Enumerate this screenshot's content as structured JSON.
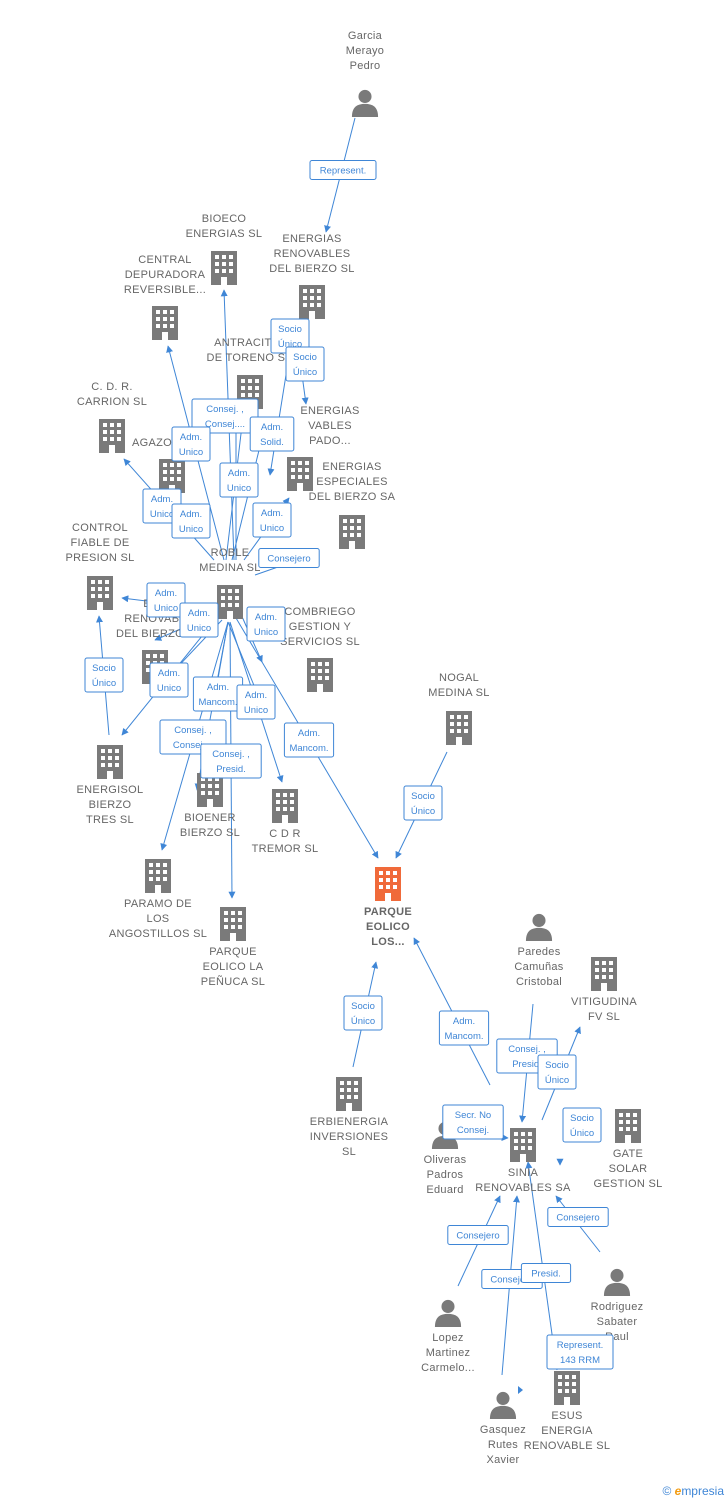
{
  "colors": {
    "edge": "#3f86d6",
    "node": "#7a7a7a",
    "focus": "#f06a3a",
    "text": "#666666"
  },
  "nodes": [
    {
      "id": "garcia",
      "kind": "person",
      "lines": [
        "Garcia",
        "Merayo",
        "Pedro"
      ]
    },
    {
      "id": "erbe",
      "kind": "company",
      "lines": [
        "ENERGIAS",
        "RENOVABLES",
        "DEL BIERZO SL"
      ]
    },
    {
      "id": "bioeco",
      "kind": "company",
      "lines": [
        "BIOECO",
        "ENERGIAS SL"
      ]
    },
    {
      "id": "central",
      "kind": "company",
      "lines": [
        "CENTRAL",
        "DEPURADORA",
        "REVERSIBLE..."
      ]
    },
    {
      "id": "antracitas",
      "kind": "company",
      "lines": [
        "ANTRACITAS",
        "DE TORENO SR"
      ]
    },
    {
      "id": "cdr",
      "kind": "company",
      "lines": [
        "C.  D. R.",
        "CARRION  SL"
      ]
    },
    {
      "id": "agazo",
      "kind": "company",
      "lines": [
        "AGAZO"
      ]
    },
    {
      "id": "ervapado",
      "kind": "company",
      "lines": [
        "ENERGIAS",
        "VABLES",
        "PADO..."
      ]
    },
    {
      "id": "eebierzo",
      "kind": "company",
      "lines": [
        "ENERGIAS",
        "ESPECIALES",
        "DEL BIERZO SA"
      ]
    },
    {
      "id": "control",
      "kind": "company",
      "lines": [
        "CONTROL",
        "FIABLE DE",
        "PRESION SL"
      ]
    },
    {
      "id": "roble",
      "kind": "company",
      "lines": [
        "ROBLE",
        "MEDINA SL"
      ]
    },
    {
      "id": "erbierzo2",
      "kind": "company",
      "lines": [
        "ENE",
        "RENOVABL",
        "DEL BIERZO..."
      ]
    },
    {
      "id": "combriego",
      "kind": "company",
      "lines": [
        "COMBRIEGO",
        "GESTION Y",
        "SERVICIOS  SL"
      ]
    },
    {
      "id": "nogal",
      "kind": "company",
      "lines": [
        "NOGAL",
        "MEDINA SL"
      ]
    },
    {
      "id": "energisol",
      "kind": "company",
      "lines": [
        "ENERGISOL",
        "BIERZO",
        "TRES SL"
      ]
    },
    {
      "id": "bioener",
      "kind": "company",
      "lines": [
        "BIOENER",
        "BIERZO SL"
      ]
    },
    {
      "id": "cdrtremor",
      "kind": "company",
      "lines": [
        "C D R",
        "TREMOR SL"
      ]
    },
    {
      "id": "parque",
      "kind": "focus",
      "lines": [
        "PARQUE",
        "EOLICO",
        "LOS..."
      ]
    },
    {
      "id": "paramo",
      "kind": "company",
      "lines": [
        "PARAMO DE",
        "LOS",
        "ANGOSTILLOS SL"
      ]
    },
    {
      "id": "penuca",
      "kind": "company",
      "lines": [
        "PARQUE",
        "EOLICO LA",
        "PEÑUCA SL"
      ]
    },
    {
      "id": "paredes",
      "kind": "person",
      "lines": [
        "Paredes",
        "Camuñas",
        "Cristobal"
      ]
    },
    {
      "id": "vitigudina",
      "kind": "company",
      "lines": [
        "VITIGUDINA",
        "FV SL"
      ]
    },
    {
      "id": "erbienergia",
      "kind": "company",
      "lines": [
        "ERBIENERGIA",
        "INVERSIONES",
        "SL"
      ]
    },
    {
      "id": "oliveras",
      "kind": "person",
      "lines": [
        "Oliveras",
        "Padros",
        "Eduard"
      ]
    },
    {
      "id": "sinia",
      "kind": "company",
      "lines": [
        "SINIA",
        "RENOVABLES SA"
      ]
    },
    {
      "id": "gate",
      "kind": "company",
      "lines": [
        "GATE",
        "SOLAR",
        "GESTION SL"
      ]
    },
    {
      "id": "rodriguez",
      "kind": "person",
      "lines": [
        "Rodriguez",
        "Sabater",
        "Raul"
      ]
    },
    {
      "id": "lopez",
      "kind": "person",
      "lines": [
        "Lopez",
        "Martinez",
        "Carmelo..."
      ]
    },
    {
      "id": "esus",
      "kind": "company",
      "lines": [
        "ESUS",
        "ENERGIA",
        "RENOVABLE SL"
      ]
    },
    {
      "id": "gasquez",
      "kind": "person",
      "lines": [
        "Gasquez",
        "Rutes",
        "Xavier"
      ]
    }
  ],
  "edge_labels": [
    {
      "id": "e1",
      "lines": [
        "Represent."
      ]
    },
    {
      "id": "e2",
      "lines": [
        "Socio",
        "Único"
      ]
    },
    {
      "id": "e3",
      "lines": [
        "Socio",
        "Único"
      ]
    },
    {
      "id": "e4",
      "lines": [
        "Consej. ,",
        "Consej...."
      ]
    },
    {
      "id": "e5",
      "lines": [
        "Adm.",
        "Unico"
      ]
    },
    {
      "id": "e6",
      "lines": [
        "Adm.",
        "Solid."
      ]
    },
    {
      "id": "e7",
      "lines": [
        "Adm.",
        "Unico"
      ]
    },
    {
      "id": "e8",
      "lines": [
        "Adm.",
        "Unico"
      ]
    },
    {
      "id": "e9",
      "lines": [
        "Adm.",
        "Unico"
      ]
    },
    {
      "id": "e10",
      "lines": [
        "Adm.",
        "Unico"
      ]
    },
    {
      "id": "e11",
      "lines": [
        "Consejero"
      ]
    },
    {
      "id": "e12",
      "lines": [
        "Adm.",
        "Unico"
      ]
    },
    {
      "id": "e13",
      "lines": [
        "Adm.",
        "Unico"
      ]
    },
    {
      "id": "e14",
      "lines": [
        "Adm.",
        "Unico"
      ]
    },
    {
      "id": "e15",
      "lines": [
        "Socio",
        "Único"
      ]
    },
    {
      "id": "e16",
      "lines": [
        "Adm.",
        "Unico"
      ]
    },
    {
      "id": "e17",
      "lines": [
        "Adm.",
        "Mancom."
      ]
    },
    {
      "id": "e18",
      "lines": [
        "Adm.",
        "Unico"
      ]
    },
    {
      "id": "e19",
      "lines": [
        "Consej. ,",
        "Consej...."
      ]
    },
    {
      "id": "e20",
      "lines": [
        "Consej. ,",
        "Presid."
      ]
    },
    {
      "id": "e21",
      "lines": [
        "Adm.",
        "Mancom."
      ]
    },
    {
      "id": "e22",
      "lines": [
        "Socio",
        "Único"
      ]
    },
    {
      "id": "e23",
      "lines": [
        "Socio",
        "Único"
      ]
    },
    {
      "id": "e24",
      "lines": [
        "Adm.",
        "Mancom."
      ]
    },
    {
      "id": "e25",
      "lines": [
        "Consej. ,",
        "Presid."
      ]
    },
    {
      "id": "e26",
      "lines": [
        "Socio",
        "Único"
      ]
    },
    {
      "id": "e27",
      "lines": [
        "Socio",
        "Único"
      ]
    },
    {
      "id": "e28",
      "lines": [
        "Secr.  No",
        "Consej."
      ]
    },
    {
      "id": "e29",
      "lines": [
        "Consejero"
      ]
    },
    {
      "id": "e30",
      "lines": [
        "Consejero"
      ]
    },
    {
      "id": "e31",
      "lines": [
        "Consejero"
      ]
    },
    {
      "id": "e32",
      "lines": [
        "Presid."
      ]
    },
    {
      "id": "e33",
      "lines": [
        "Represent.",
        "143 RRM"
      ]
    }
  ],
  "footer": {
    "copyright": "©",
    "brand_first": "e",
    "brand_rest": "mpresia"
  }
}
